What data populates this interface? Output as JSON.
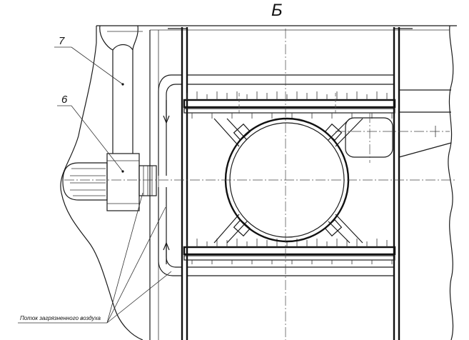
{
  "view_label": "Б",
  "callouts": {
    "item_7": "7",
    "item_6": "6"
  },
  "caption": "Поток загрязненного воздуха"
}
